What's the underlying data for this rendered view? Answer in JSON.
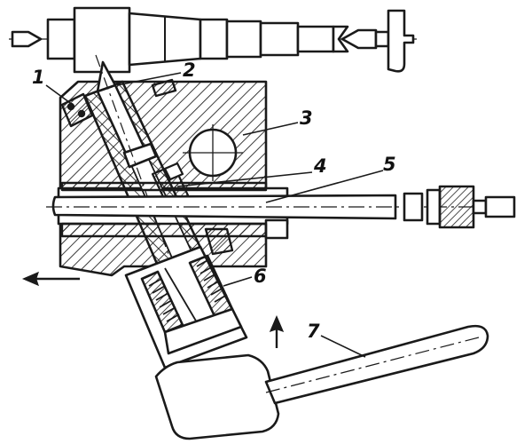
{
  "diagram": {
    "ink_color": "#1a1a1a",
    "callouts": [
      "1",
      "2",
      "3",
      "4",
      "5",
      "6",
      "7"
    ],
    "arrows": {
      "feed_direction": "left",
      "lever_motion": "up"
    }
  }
}
